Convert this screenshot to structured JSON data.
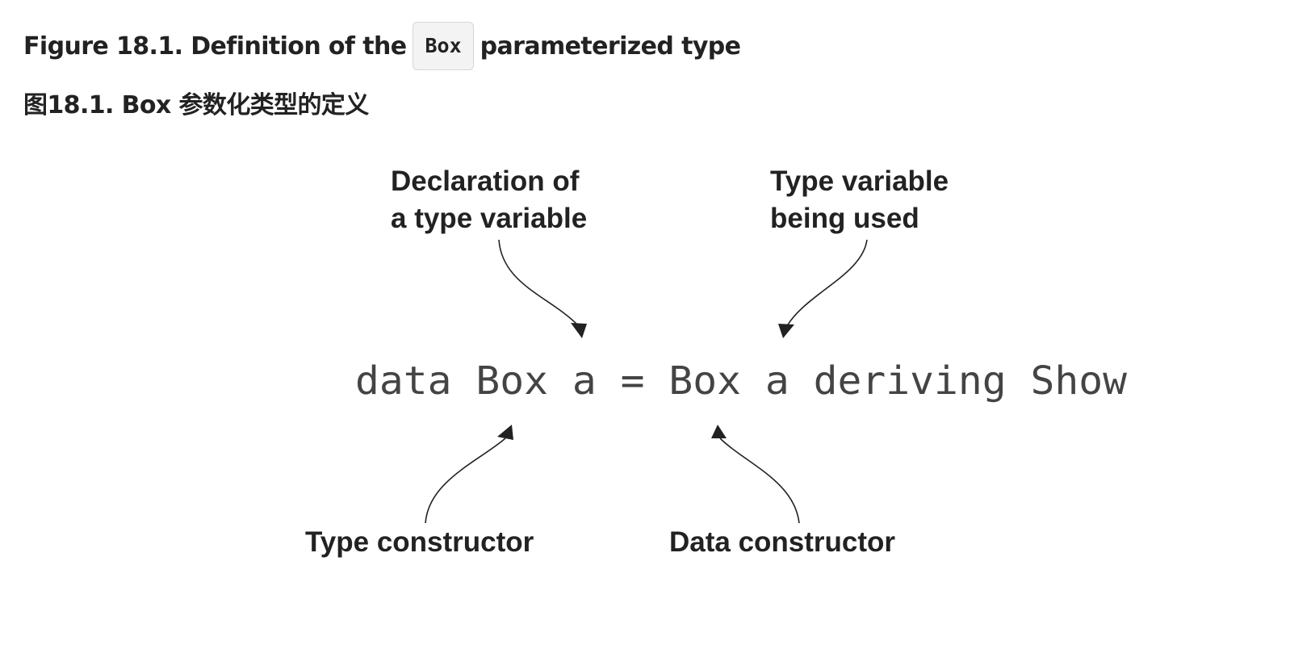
{
  "caption": {
    "en_prefix": "Figure 18.1. Definition of the",
    "en_code": "Box",
    "en_suffix": "parameterized type",
    "zh": "图18.1. Box 参数化类型的定义"
  },
  "figure": {
    "code_line": "data Box a = Box a deriving Show",
    "annotations": {
      "type_var_declaration": [
        "Declaration of",
        "a type variable"
      ],
      "type_var_used": [
        "Type variable",
        "being used"
      ],
      "type_constructor": "Type constructor",
      "data_constructor": "Data constructor"
    }
  }
}
